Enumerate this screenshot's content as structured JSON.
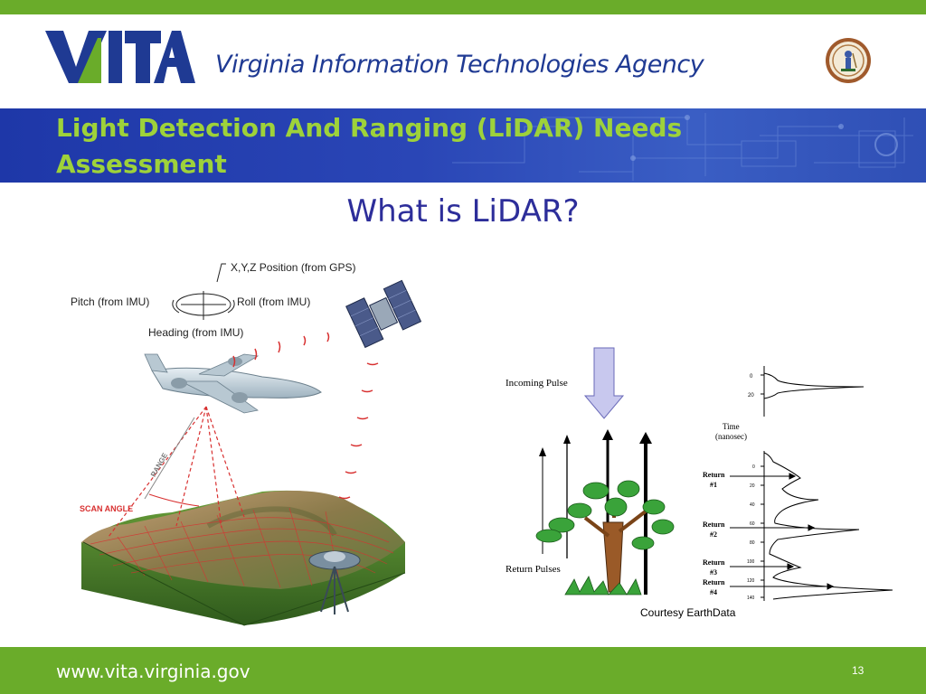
{
  "header": {
    "logo_text": "VITA",
    "agency_name": "Virginia Information Technologies Agency"
  },
  "title": {
    "line1": "Light Detection And Ranging (LiDAR) Needs",
    "line2": "Assessment"
  },
  "subtitle": "What is LiDAR?",
  "left_figure": {
    "gps_label": "X,Y,Z Position (from GPS)",
    "pitch_label": "Pitch (from IMU)",
    "roll_label": "Roll (from IMU)",
    "heading_label": "Heading (from IMU)",
    "range_label": "RANGE",
    "scan_angle_label": "SCAN ANGLE"
  },
  "right_figure": {
    "incoming_pulse_label": "Incoming Pulse",
    "return_pulses_label": "Return Pulses",
    "time_label_line1": "Time",
    "time_label_line2": "(nanosec)",
    "top_ticks": [
      "0",
      "20"
    ],
    "bottom_ticks": [
      "0",
      "20",
      "40",
      "60",
      "80",
      "100",
      "120",
      "140"
    ],
    "returns": [
      {
        "line1": "Return",
        "line2": "#1"
      },
      {
        "line1": "Return",
        "line2": "#2"
      },
      {
        "line1": "Return",
        "line2": "#3"
      },
      {
        "line1": "Return",
        "line2": "#4"
      }
    ],
    "credit": "Courtesy EarthData"
  },
  "footer": {
    "url": "www.vita.virginia.gov",
    "page_number": "13"
  },
  "colors": {
    "green_bar": "#6aac2a",
    "title_green": "#9ed23a",
    "band_blue": "#2a46b6",
    "navy_text": "#2d2e9a"
  }
}
